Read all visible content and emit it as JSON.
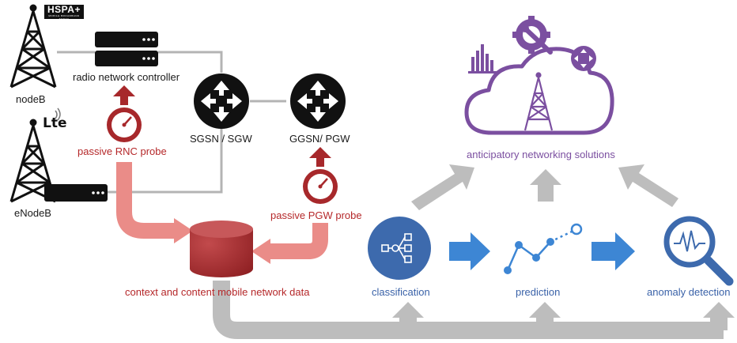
{
  "colors": {
    "gray_line": "#b4b4b4",
    "red_dark": "#a7282b",
    "red_light": "#ea8c88",
    "purple": "#7b4fa0",
    "blue": "#3d6aad",
    "arrow_blue": "#3d86d4",
    "arrow_gray": "#bdbdbd"
  },
  "badges": {
    "hspa": "HSPA+",
    "hspa_sub": "MOBILE BROADBAND TODAY",
    "lte": "Lte"
  },
  "labels": {
    "nodeb": "nodeB",
    "enodeb": "eNodeB",
    "rnc": "radio network controller",
    "sgsn": "SGSN / SGW",
    "ggsn": "GGSN/ PGW",
    "rnc_probe": "passive RNC probe",
    "pgw_probe": "passive PGW probe",
    "data_store": "context and content mobile network data",
    "solutions": "anticipatory networking solutions",
    "classification": "classification",
    "prediction": "prediction",
    "anomaly": "anomaly detection"
  },
  "icons": {
    "tower": "cell-tower-icon",
    "server": "server-icon",
    "router": "router-icon",
    "probe": "gauge-icon",
    "database": "database-icon",
    "cloud": "cloud-icon",
    "gear": "gear-wrench-icon",
    "bars": "bar-chart-icon",
    "network": "network-nodes-icon",
    "magnifier": "magnifier-icon"
  }
}
